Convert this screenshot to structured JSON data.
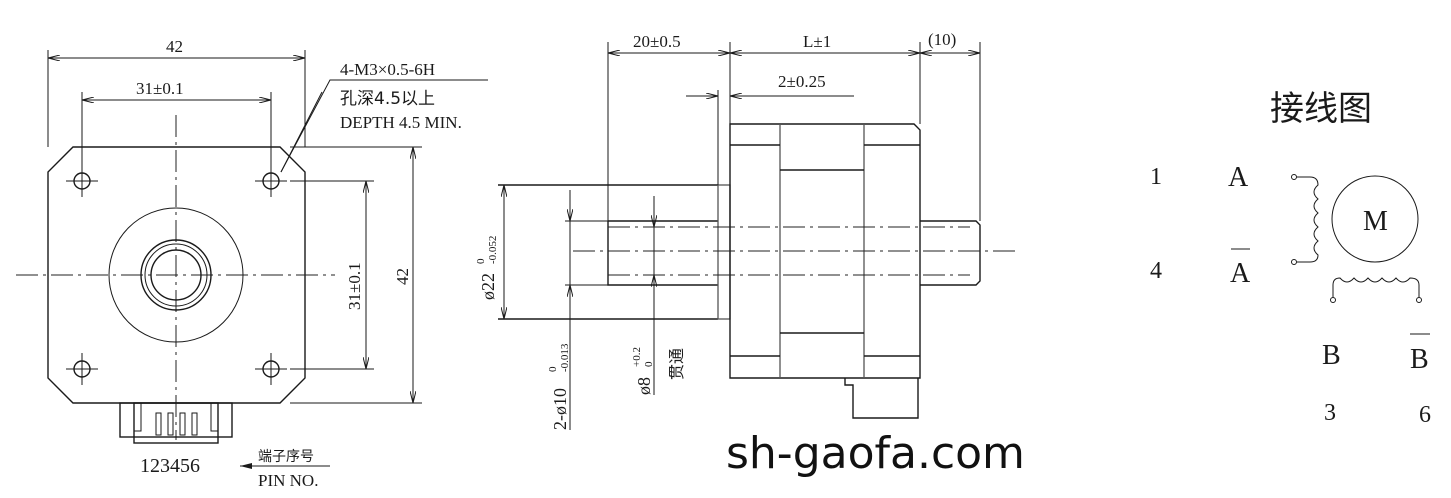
{
  "left_view": {
    "dim_width_overall": "42",
    "dim_width_holes": "31±0.1",
    "dim_height_overall": "42",
    "dim_height_holes": "31±0.1",
    "hole_callout": {
      "line1": "4-M3×0.5-6H",
      "line2": "孔深4.5以上",
      "line3": "DEPTH 4.5 MIN."
    },
    "pin_numbers": "123456",
    "pin_label_cn": "端子序号",
    "pin_label_en": "PIN NO."
  },
  "side_view": {
    "dim_shaft_length": "20±0.5",
    "dim_body_length": "L±1",
    "dim_rear_shaft": "(10)",
    "dim_flange": "2±0.25",
    "dim_boss_diameter": "ø22",
    "dim_boss_tol_upper": "0",
    "dim_boss_tol_lower": "-0.052",
    "dim_shaft_prefix": "2-ø10",
    "dim_shaft_tol_upper": "0",
    "dim_shaft_tol_lower": "-0.013",
    "dim_bore_diameter": "ø8",
    "dim_bore_tol_upper": "+0.2",
    "dim_bore_tol_lower": "0",
    "dim_bore_note": "贯通"
  },
  "watermark": "sh-gaofa.com",
  "wiring": {
    "title": "接线图",
    "motor_label": "M",
    "pins": [
      {
        "number": "1",
        "signal": "A",
        "overline": false
      },
      {
        "number": "4",
        "signal": "A",
        "overline": true
      },
      {
        "number": "3",
        "signal": "B",
        "overline": false
      },
      {
        "number": "6",
        "signal": "B",
        "overline": true
      }
    ]
  },
  "colors": {
    "line": "#1a1a1a",
    "background": "#ffffff"
  }
}
